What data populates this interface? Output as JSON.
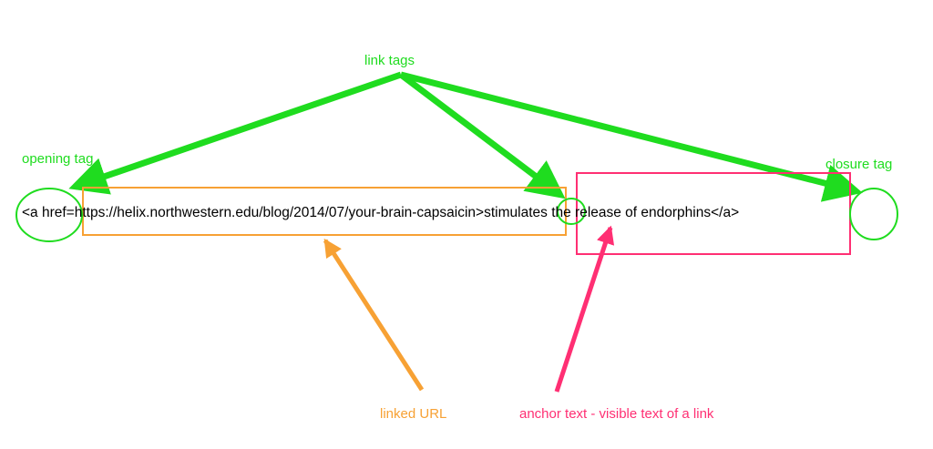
{
  "labels": {
    "link_tags": "link tags",
    "opening_tag": "opening tag",
    "closure_tag": "closure tag",
    "linked_url": "linked URL",
    "anchor_text": "anchor text - visible text of a link"
  },
  "code": {
    "open": "<a href=",
    "url": "https://helix.northwestern.edu/blog/2014/07/your-brain-capsaicin",
    "gt": ">",
    "anchor": "stimulates the release of endorphins",
    "close": "</a>"
  },
  "colors": {
    "green": "#1fdc1f",
    "orange": "#f7a134",
    "pink": "#ff2f73"
  }
}
